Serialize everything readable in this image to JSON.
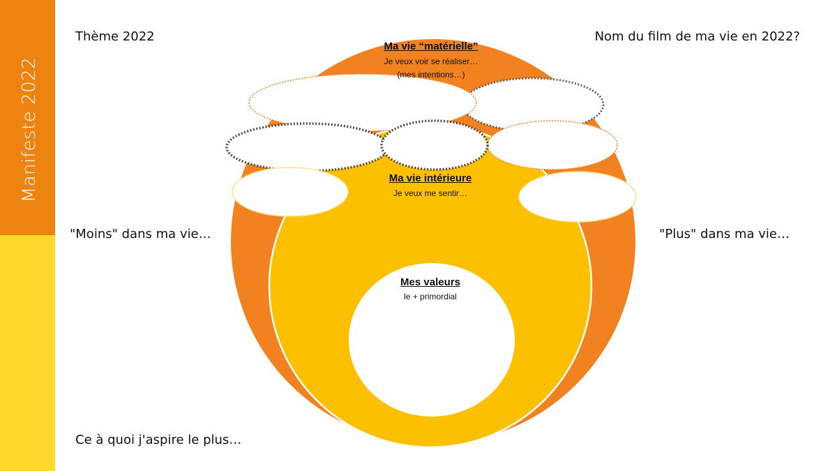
{
  "sidebar": {
    "title": "Manifeste 2022",
    "top_color": "#EE8310",
    "bottom_color": "#FED92B"
  },
  "corners": {
    "top_left": "Thème 2022",
    "top_right": "Nom du film de ma vie en 2022?",
    "mid_left": "\"Moins\" dans ma vie…",
    "mid_right": "\"Plus\" dans ma vie…",
    "bottom_left": "Ce à quoi j'aspire le plus…"
  },
  "diagram": {
    "outer": {
      "title": "Ma vie “matérielle”",
      "line1": "Je veux voir se réaliser…",
      "line2": "(mes intentions…)",
      "color": "#F2811F"
    },
    "middle": {
      "title": "Ma vie intérieure",
      "line1": "Je veux me sentir…",
      "color": "#FDC000"
    },
    "inner": {
      "title": "Mes valeurs",
      "line1": "le + primordial",
      "color": "#FFFFFF"
    }
  }
}
